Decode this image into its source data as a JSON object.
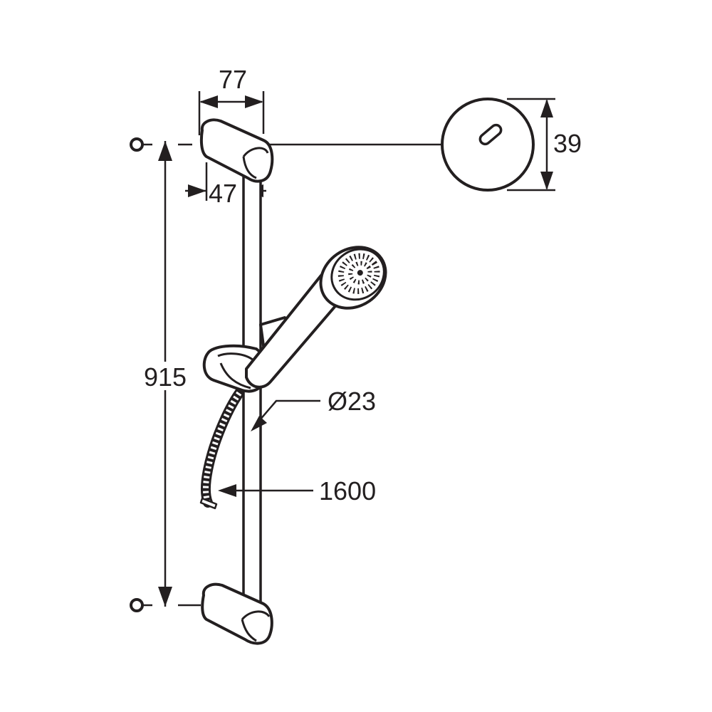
{
  "diagram": {
    "dimensions": {
      "width_top": "77",
      "bracket_offset": "47",
      "rosette_height": "39",
      "rail_length": "915",
      "rail_diameter": "Ø23",
      "hose_length": "1600"
    }
  }
}
